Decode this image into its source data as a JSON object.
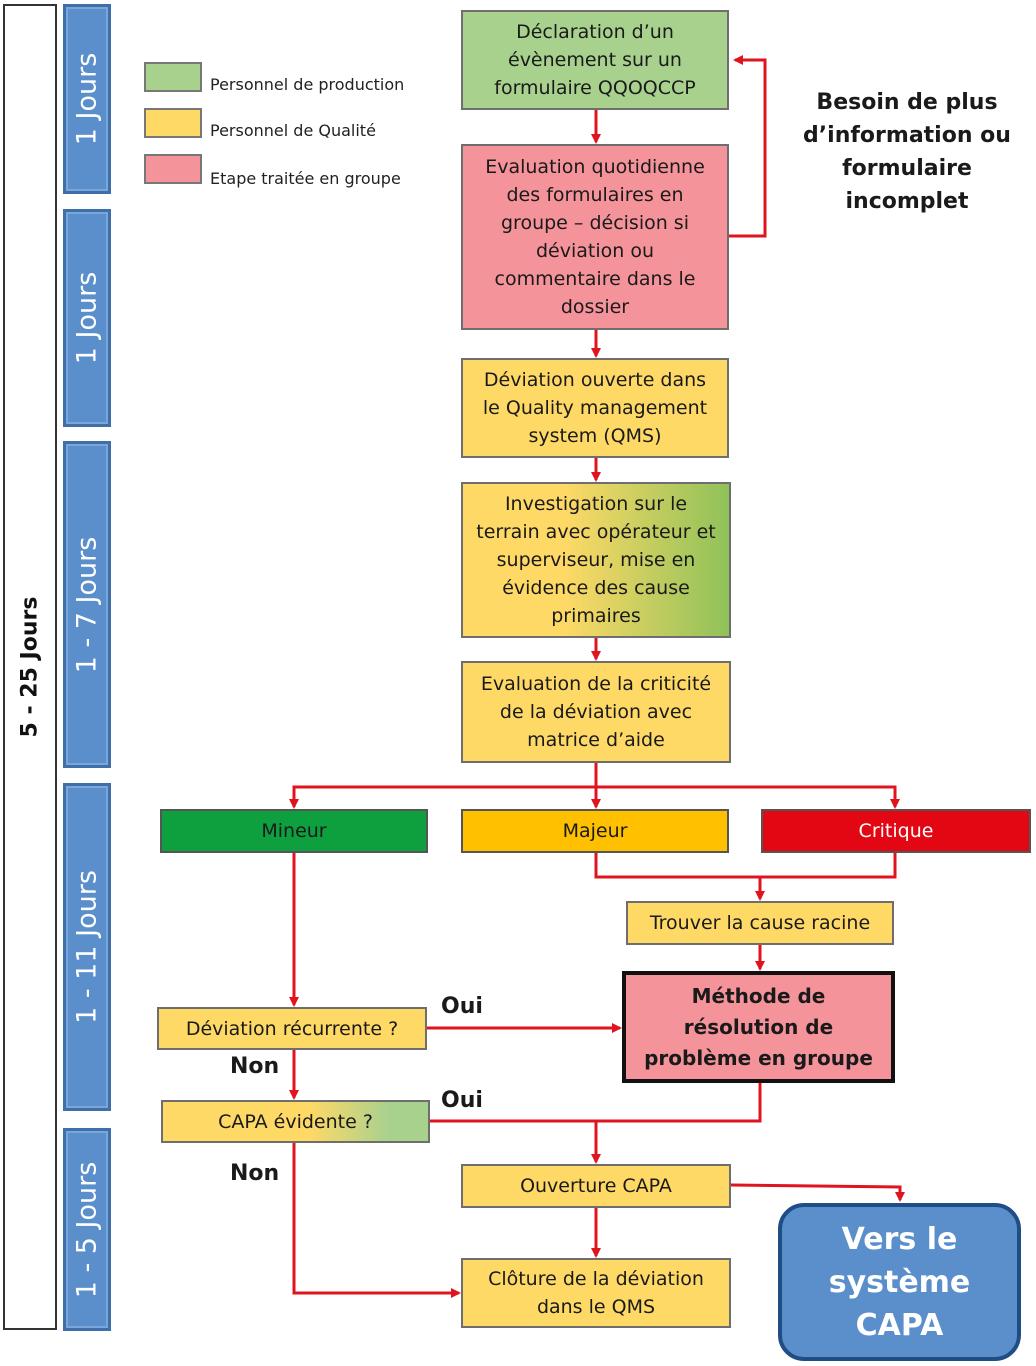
{
  "timeline": {
    "total": "5 - 25 Jours",
    "segments": [
      "1 Jours",
      "1 Jours",
      "1 - 7 Jours",
      "1 - 11 Jours",
      "1 - 5 Jours"
    ]
  },
  "legend": [
    {
      "label": "Personnel de production",
      "color": "#a9d18e"
    },
    {
      "label": "Personnel de Qualité",
      "color": "#ffd966"
    },
    {
      "label": "Etape traitée en groupe",
      "color": "#f4939a"
    }
  ],
  "steps": {
    "declaration": "Déclaration d’un\névènement sur un\nformulaire QQOQCCP",
    "evaluation_daily": "Evaluation quotidienne\ndes formulaires en\ngroupe – décision si\ndéviation ou\ncommentaire dans le\ndossier",
    "deviation_open": "Déviation ouverte dans\nle Quality management\nsystem (QMS)",
    "investigation": "Investigation sur le\nterrain avec opérateur et\nsuperviseur, mise en\névidence des cause\nprimaires",
    "criticity": "Evaluation de la criticité\nde la déviation avec\nmatrice d’aide",
    "root_cause": "Trouver la cause racine",
    "method": "Méthode de\nrésolution de\nproblème en groupe",
    "recurrent": "Déviation récurrente ?",
    "capa_evident": "CAPA évidente ?",
    "capa_open": "Ouverture CAPA",
    "closure": "Clôture de la déviation\ndans le QMS",
    "capa_system": "Vers le\nsystème\nCAPA"
  },
  "categories": [
    {
      "label": "Mineur",
      "color": "#0e9f3f",
      "text_color": "#1a1a1a"
    },
    {
      "label": "Majeur",
      "color": "#ffc000",
      "text_color": "#1a1a1a"
    },
    {
      "label": "Critique",
      "color": "#e30613",
      "text_color": "#ffffff"
    }
  ],
  "feedback_note": "Besoin de plus\nd’information ou\nformulaire incomplet",
  "edge_labels": {
    "oui_1": "Oui",
    "non_1": "Non",
    "oui_2": "Oui",
    "non_2": "Non"
  },
  "arrow_color": "#e0141e"
}
